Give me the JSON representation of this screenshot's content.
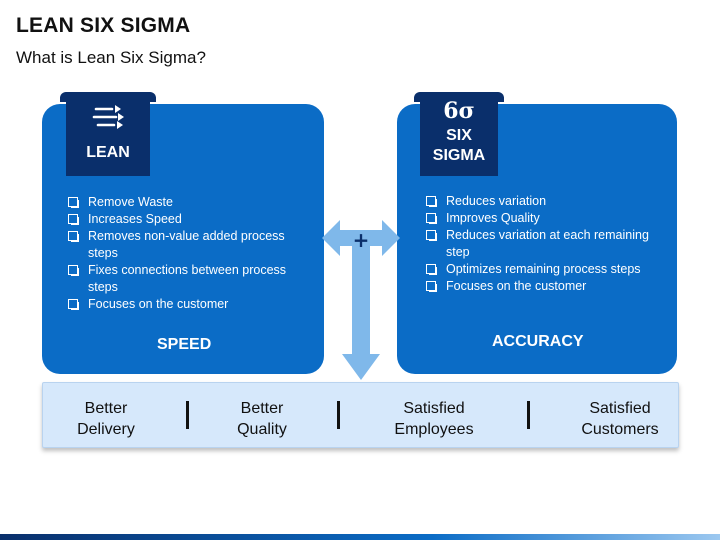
{
  "header": {
    "title": "LEAN SIX SIGMA",
    "subtitle": "What is Lean Six Sigma?"
  },
  "lean": {
    "label": "LEAN",
    "icon": "lean-lines-icon",
    "items": [
      "Remove Waste",
      "Increases Speed",
      "Removes non-value added process steps",
      "Fixes connections between process steps",
      "Focuses on the customer"
    ],
    "footer": "SPEED"
  },
  "six_sigma": {
    "symbol": "6σ",
    "label_line1": "SIX",
    "label_line2": "SIGMA",
    "items": [
      "Reduces variation",
      "Improves Quality",
      "Reduces variation at each remaining step",
      "Optimizes remaining process steps",
      "Focuses on the customer"
    ],
    "footer": "ACCURACY"
  },
  "connector": {
    "symbol": "+"
  },
  "outcomes": [
    {
      "line1": "Better",
      "line2": "Delivery"
    },
    {
      "line1": "Better",
      "line2": "Quality"
    },
    {
      "line1": "Satisfied",
      "line2": "Employees"
    },
    {
      "line1": "Satisfied",
      "line2": "Customers"
    }
  ],
  "colors": {
    "panel": "#0b6cc6",
    "tab": "#0a2f6b",
    "arrow": "#7fb8ea",
    "bar": "#d6e8fb"
  }
}
